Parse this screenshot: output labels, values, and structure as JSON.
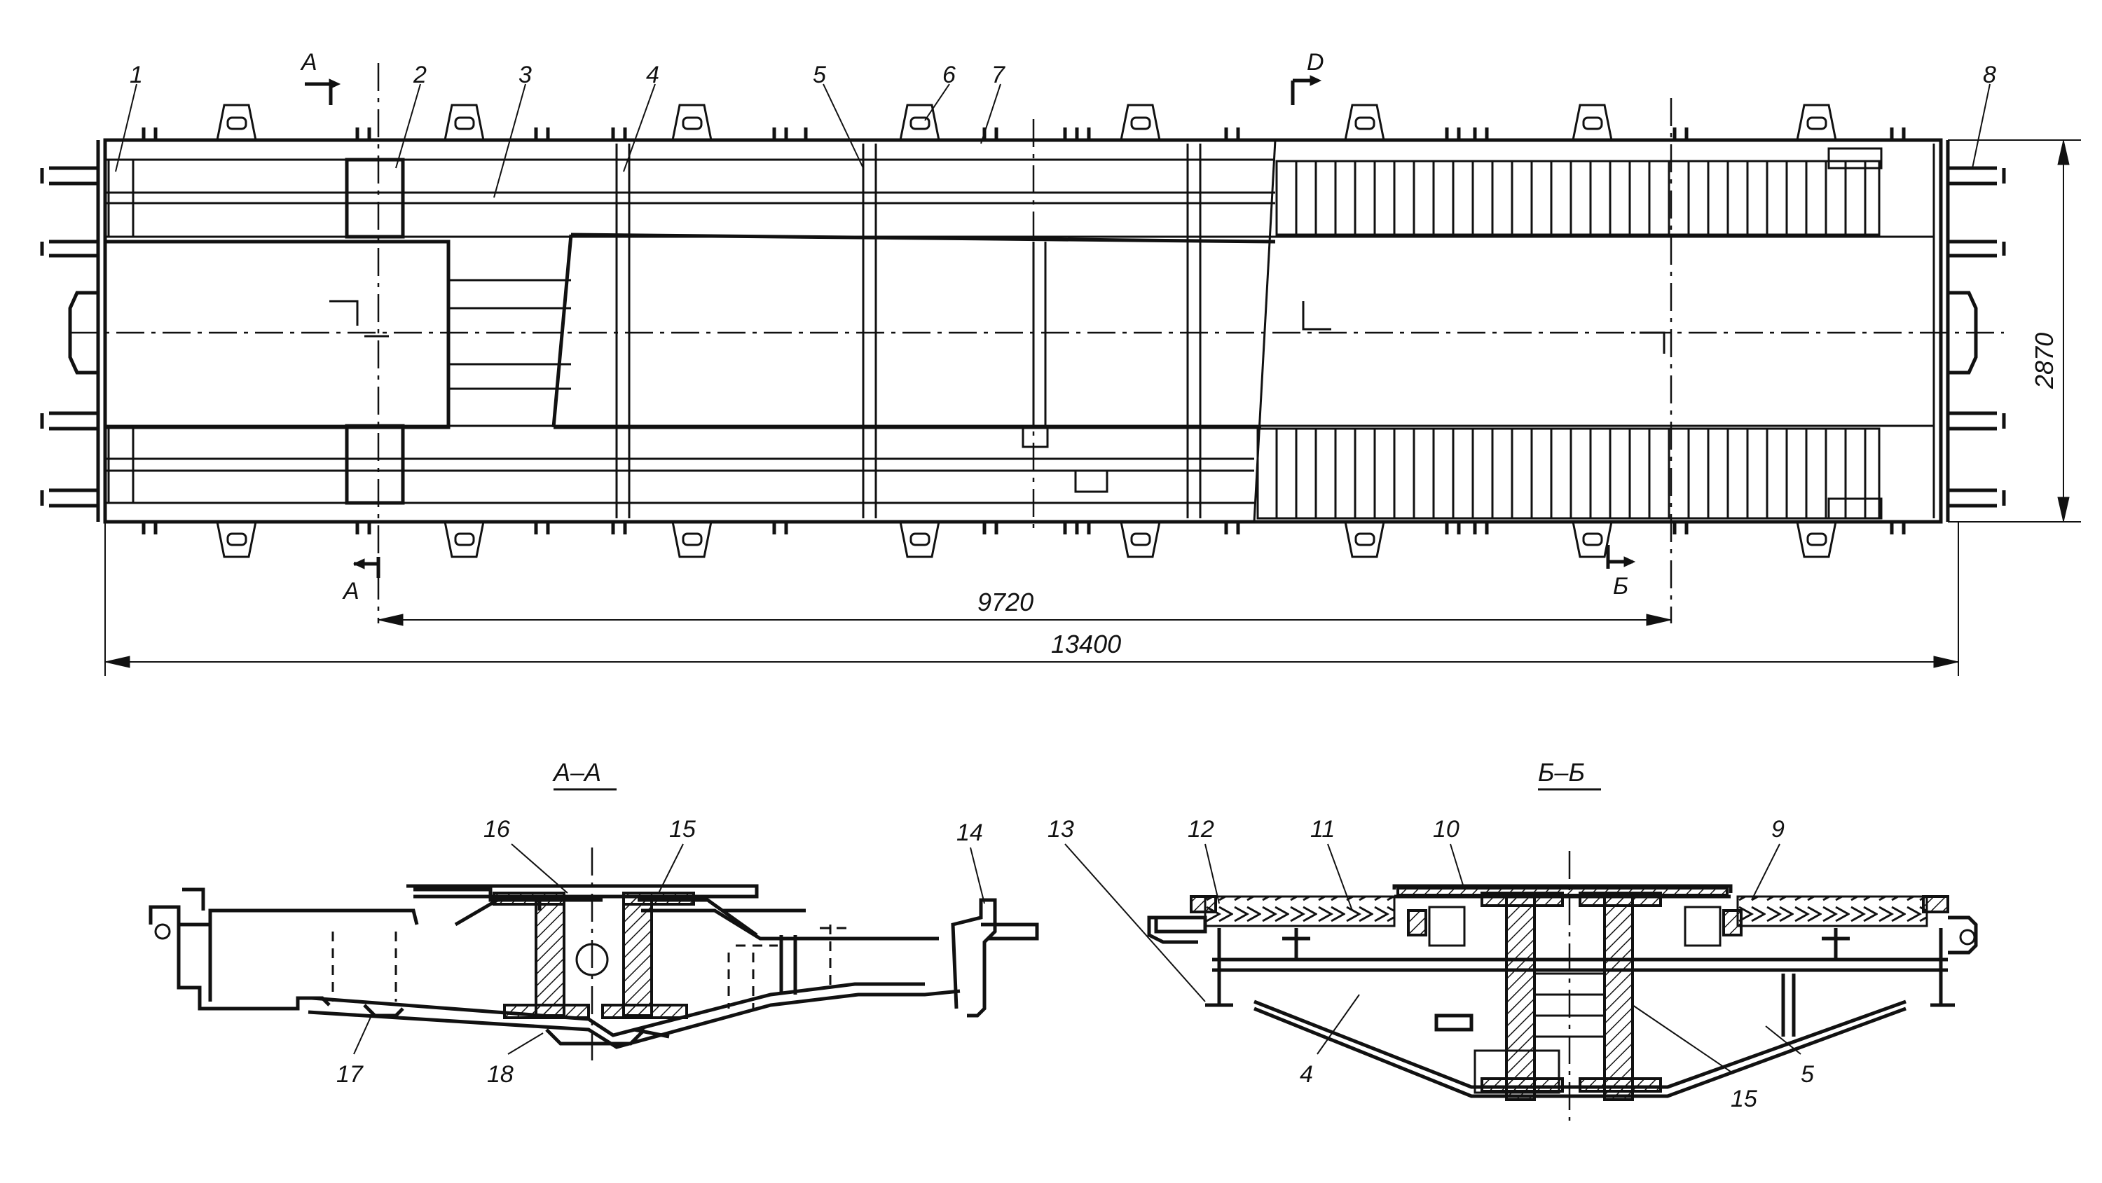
{
  "plan_view": {
    "callouts": [
      "1",
      "2",
      "3",
      "4",
      "5",
      "6",
      "7",
      "8"
    ],
    "section_marks": {
      "a_top": "A",
      "a_bottom": "A",
      "d_top": "D",
      "b_bottom": "Б"
    },
    "dimensions": {
      "bogie_spacing": "9720",
      "overall_length": "13400",
      "width": "2870"
    }
  },
  "section_aa": {
    "title": "А–А",
    "callouts": [
      "16",
      "15",
      "14",
      "17",
      "18"
    ]
  },
  "section_bb": {
    "title": "Б–Б",
    "callouts": [
      "13",
      "12",
      "11",
      "10",
      "9",
      "4",
      "15",
      "5"
    ]
  }
}
